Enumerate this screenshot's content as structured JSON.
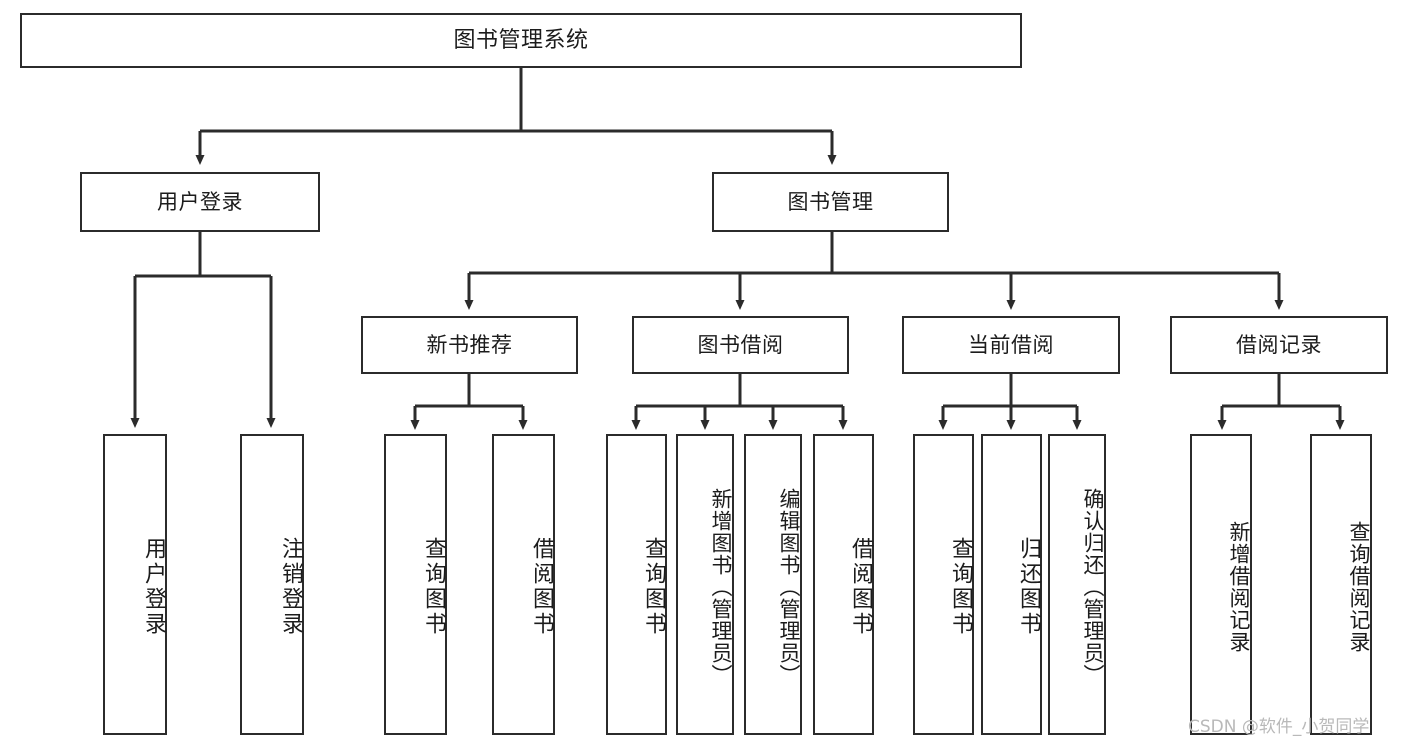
{
  "diagram": {
    "title": "图书管理系统",
    "root": {
      "label": "图书管理系统"
    },
    "level1": [
      {
        "label": "用户登录"
      },
      {
        "label": "图书管理"
      }
    ],
    "level2": [
      {
        "label": "新书推荐"
      },
      {
        "label": "图书借阅"
      },
      {
        "label": "当前借阅"
      },
      {
        "label": "借阅记录"
      }
    ],
    "leaves": {
      "user_login": [
        {
          "label": "用户登录"
        },
        {
          "label": "注销登录"
        }
      ],
      "new_book": [
        {
          "label": "查询图书"
        },
        {
          "label": "借阅图书"
        }
      ],
      "borrow_book": [
        {
          "label": "查询图书"
        },
        {
          "label": "新增图书（管理员）"
        },
        {
          "label": "编辑图书（管理员）"
        },
        {
          "label": "借阅图书"
        }
      ],
      "current_borrow": [
        {
          "label": "查询图书"
        },
        {
          "label": "归还图书"
        },
        {
          "label": "确认归还（管理员）"
        }
      ],
      "borrow_record": [
        {
          "label": "新增借阅记录"
        },
        {
          "label": "查询借阅记录"
        }
      ]
    }
  },
  "watermark": {
    "text": "CSDN @软件_小贺同学"
  },
  "colors": {
    "stroke": "#2b2b2b",
    "fill": "#ffffff",
    "text": "#1c1c1c",
    "watermark": "#b9b9b9"
  }
}
